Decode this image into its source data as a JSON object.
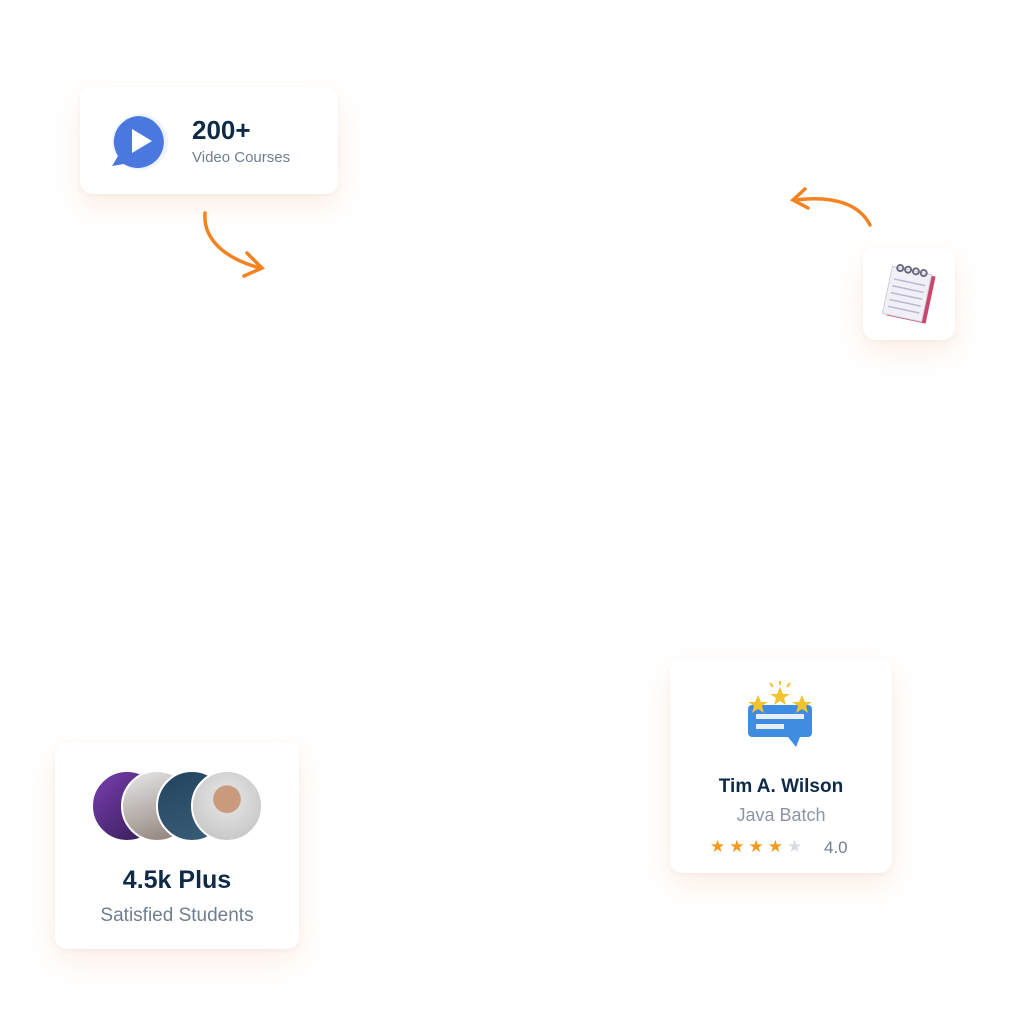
{
  "courses": {
    "count": "200+",
    "label": "Video Courses",
    "icon": "play-chat-icon"
  },
  "students": {
    "count": "4.5k Plus",
    "label": "Satisfied Students"
  },
  "review": {
    "name": "Tim A. Wilson",
    "batch": "Java Batch",
    "rating": 4,
    "max_rating": 5,
    "rating_text": "4.0"
  },
  "colors": {
    "accent": "#f58220",
    "title": "#0e2a47",
    "star": "#f59a1b"
  }
}
